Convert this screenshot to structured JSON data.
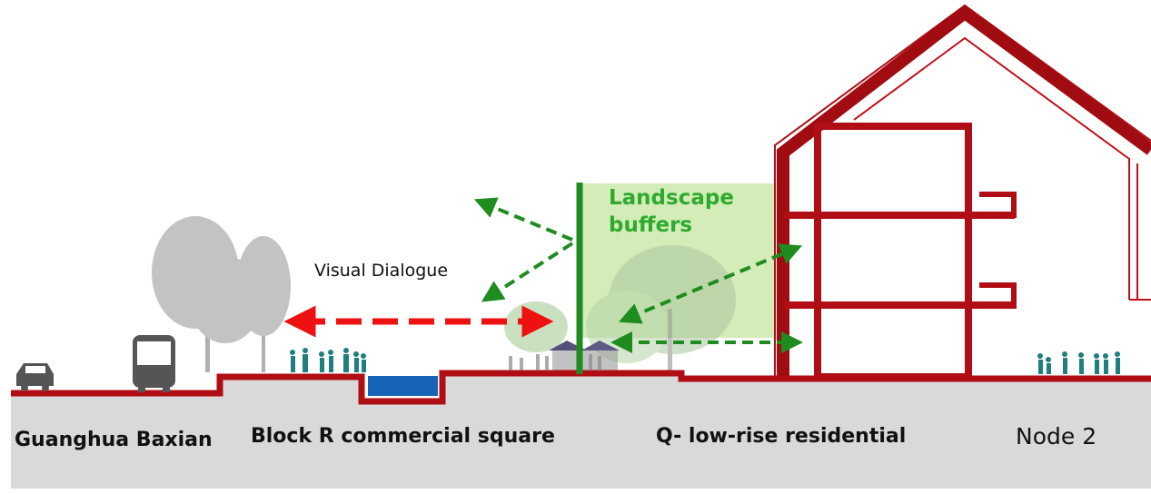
{
  "labels": {
    "visual_dialogue": "Visual Dialogue",
    "landscape_buffers_line1": "Landscape",
    "landscape_buffers_line2": "buffers"
  },
  "zones": [
    {
      "name": "Guanghua Baxian"
    },
    {
      "name": "Block R commercial square"
    },
    {
      "name": "Q- low-rise residential"
    },
    {
      "name": "Node 2"
    }
  ],
  "colors": {
    "ground_fill": "#d9d9d9",
    "section_line": "#b00d14",
    "water": "#1763b8",
    "buffer_fill": "#cfeab0",
    "buffer_text": "#2eaa2e",
    "green_arrow": "#1e8c1e",
    "red_arrow": "#ee1111",
    "tree": "#b9b9b9",
    "people": "#1f7f7f",
    "vehicle": "#555555"
  },
  "icons": [
    "car-icon",
    "bus-icon",
    "tree-icon",
    "people-icon",
    "market-tent-icon"
  ]
}
